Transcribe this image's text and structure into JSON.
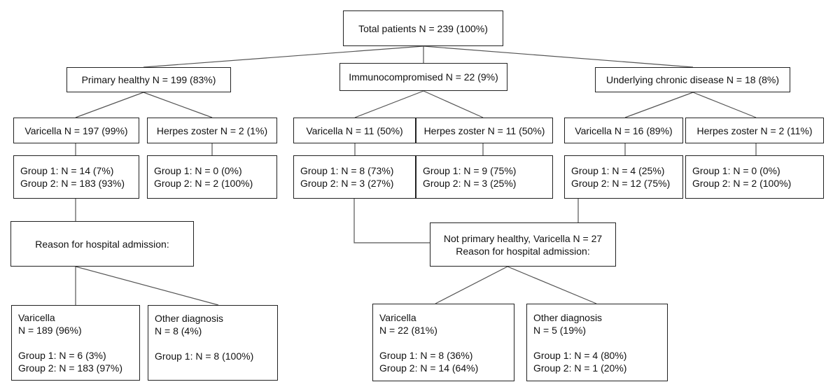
{
  "root": {
    "label": "Total patients N = 239 (100%)"
  },
  "branches": {
    "primary": {
      "label": "Primary healthy N = 199 (83%)",
      "varicella": {
        "label": "Varicella N = 197 (99%)",
        "group1": "Group 1: N = 14 (7%)",
        "group2": "Group 2: N = 183 (93%)"
      },
      "zoster": {
        "label": "Herpes zoster N = 2 (1%)",
        "group1": "Group 1: N = 0 (0%)",
        "group2": "Group 2: N = 2 (100%)"
      }
    },
    "immuno": {
      "label": "Immunocompromised N = 22 (9%)",
      "varicella": {
        "label": "Varicella N = 11 (50%)",
        "group1": "Group 1: N = 8 (73%)",
        "group2": "Group 2: N = 3 (27%)"
      },
      "zoster": {
        "label": "Herpes zoster N = 11 (50%)",
        "group1": "Group 1: N = 9 (75%)",
        "group2": "Group 2: N = 3 (25%)"
      }
    },
    "chronic": {
      "label": "Underlying chronic disease N = 18 (8%)",
      "varicella": {
        "label": "Varicella N = 16 (89%)",
        "group1": "Group 1: N = 4 (25%)",
        "group2": "Group 2: N = 12 (75%)"
      },
      "zoster": {
        "label": "Herpes zoster N = 2 (11%)",
        "group1": "Group 1: N = 0 (0%)",
        "group2": "Group 2: N = 2 (100%)"
      }
    }
  },
  "reasons": {
    "primary": {
      "label": "Reason for hospital admission:",
      "varicella": {
        "title": "Varicella",
        "n": "N = 189 (96%)",
        "group1": "Group 1: N = 6 (3%)",
        "group2": "Group 2: N = 183 (97%)"
      },
      "other": {
        "title": "Other diagnosis",
        "n": "N = 8 (4%)",
        "group1": "Group 1: N = 8 (100%)"
      }
    },
    "not_primary": {
      "line1": "Not primary healthy, Varicella N = 27",
      "line2": "Reason for hospital admission:",
      "varicella": {
        "title": "Varicella",
        "n": "N = 22 (81%)",
        "group1": "Group 1: N = 8 (36%)",
        "group2": "Group 2: N = 14 (64%)"
      },
      "other": {
        "title": "Other diagnosis",
        "n": "N = 5 (19%)",
        "group1": "Group 1: N = 4 (80%)",
        "group2": "Group 2: N = 1 (20%)"
      }
    }
  }
}
